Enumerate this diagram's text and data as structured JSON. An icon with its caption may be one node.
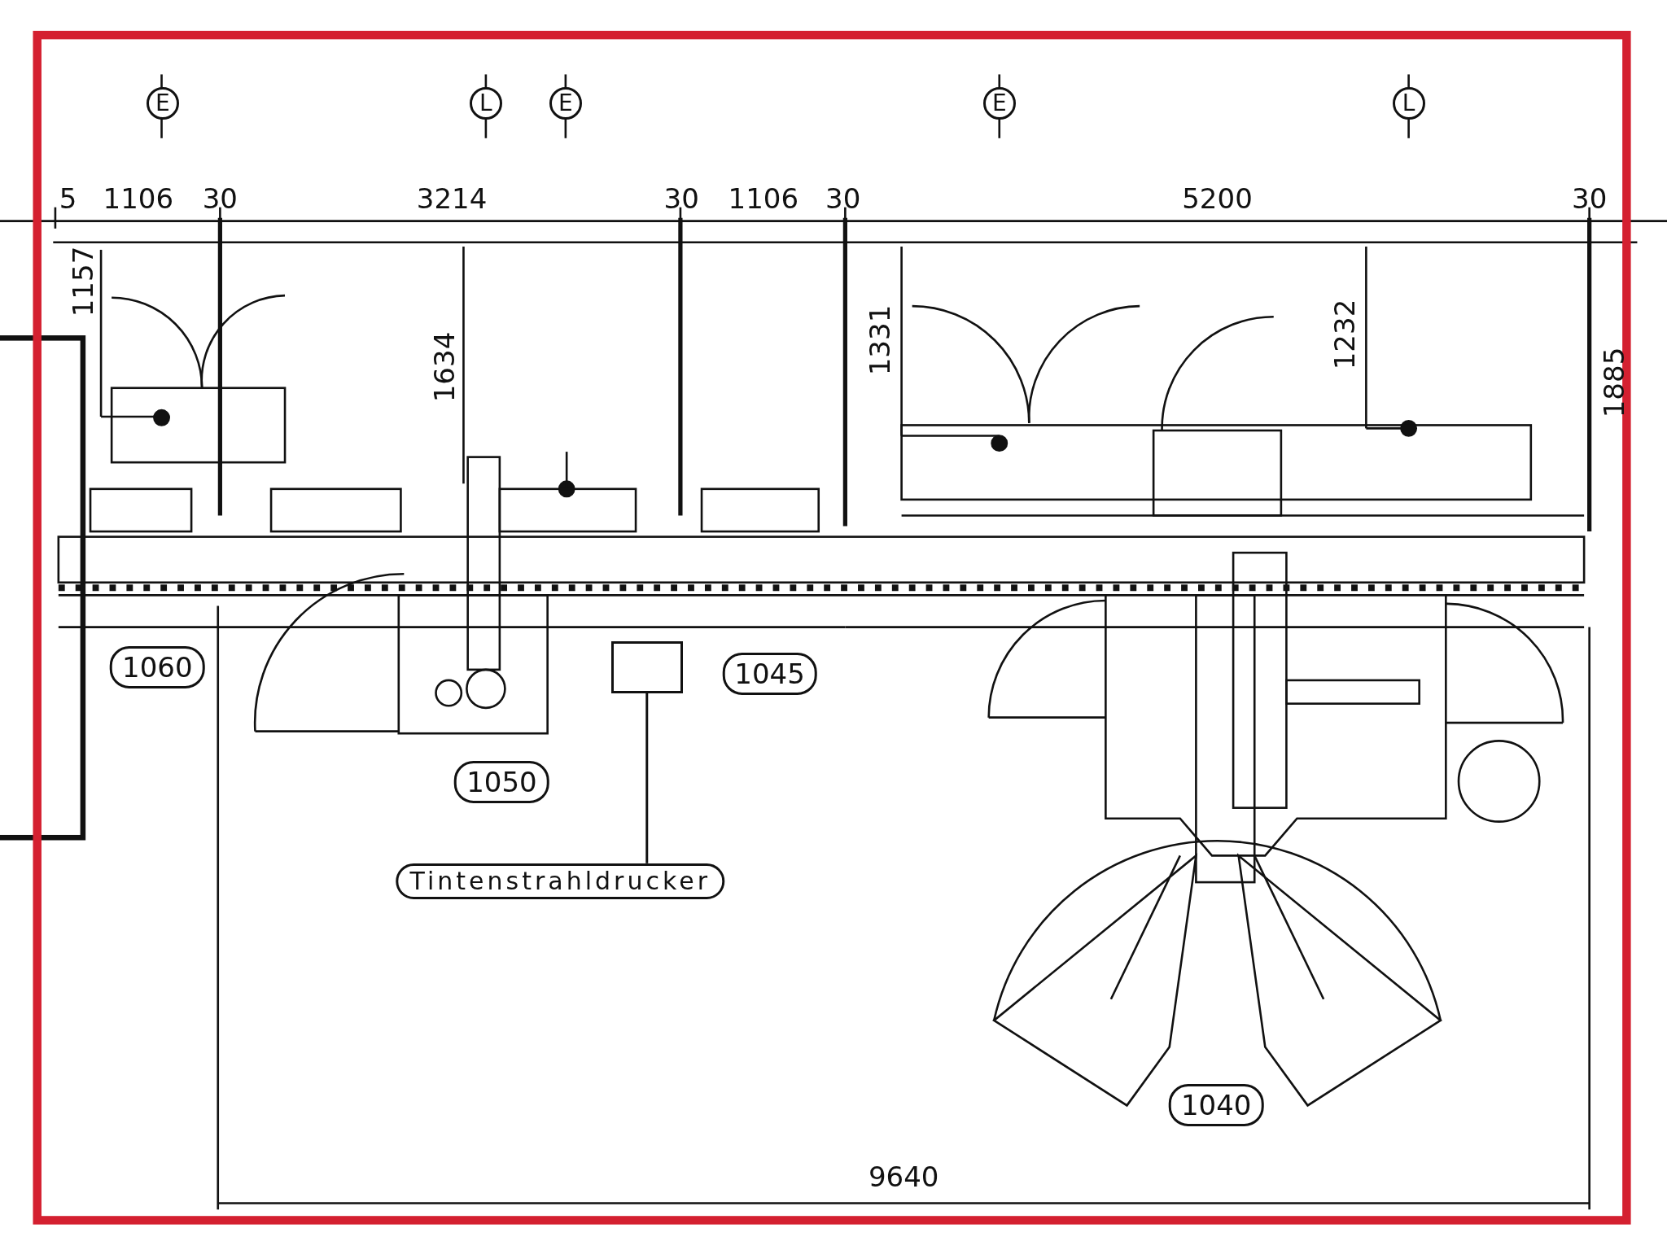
{
  "diagram": {
    "nodes": [
      {
        "text": [
          "Tintenstrahldrucker"
        ]
      },
      {
        "text": [],
        "shape": "box"
      }
    ],
    "edges": [
      {
        "from": 0,
        "to": 1,
        "arrow": "none"
      }
    ],
    "labels": [
      "E",
      "L",
      "E",
      "E",
      "L",
      "5",
      "1106",
      "30",
      "3214",
      "30",
      "1106",
      "30",
      "5200",
      "30",
      "1157",
      "1634",
      "1331",
      "1232",
      "1885",
      "1060",
      "1045",
      "1050",
      "1040",
      "9640"
    ]
  }
}
